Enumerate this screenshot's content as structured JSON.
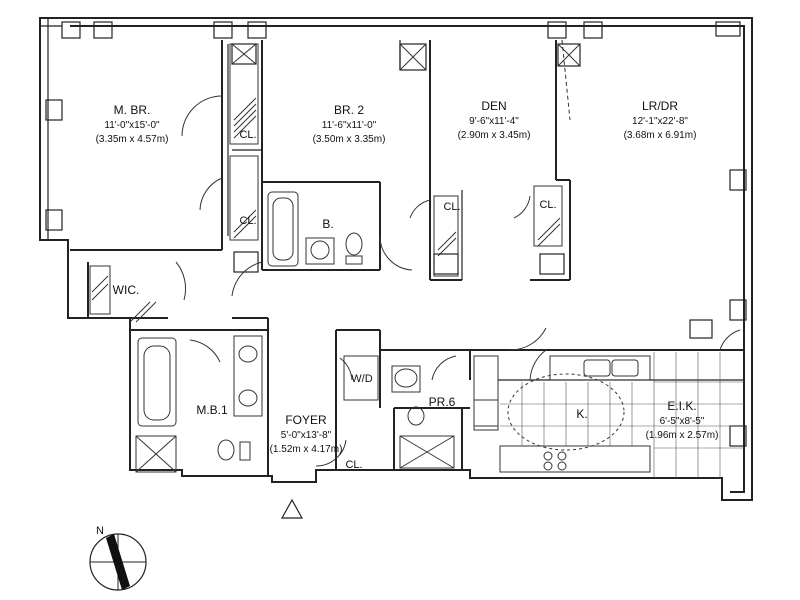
{
  "rooms": {
    "mbr": {
      "name": "M. BR.",
      "dim_ft": "11'-0\"x15'-0\"",
      "dim_m": "(3.35m x 4.57m)"
    },
    "br2": {
      "name": "BR. 2",
      "dim_ft": "11'-6\"x11'-0\"",
      "dim_m": "(3.50m x 3.35m)"
    },
    "den": {
      "name": "DEN",
      "dim_ft": "9'-6\"x11'-4\"",
      "dim_m": "(2.90m x 3.45m)"
    },
    "lrdr": {
      "name": "LR/DR",
      "dim_ft": "12'-1\"x22'-8\"",
      "dim_m": "(3.68m x 6.91m)"
    },
    "eik": {
      "name": "E.I.K.",
      "dim_ft": "6'-5\"x8'-5\"",
      "dim_m": "(1.96m x 2.57m)"
    },
    "foyer": {
      "name": "FOYER",
      "dim_ft": "5'-0\"x13'-8\"",
      "dim_m": "(1.52m x 4.17m)"
    }
  },
  "labels": {
    "cl": "CL.",
    "bath": "B.",
    "wic": "WIC.",
    "mb1": "M.B.1",
    "wd": "W/D",
    "pr6": "PR.6",
    "kitchen": "K."
  },
  "compass": {
    "north": "N"
  },
  "icons": {
    "entry": "entry-triangle-icon",
    "compass": "north-compass-icon"
  }
}
